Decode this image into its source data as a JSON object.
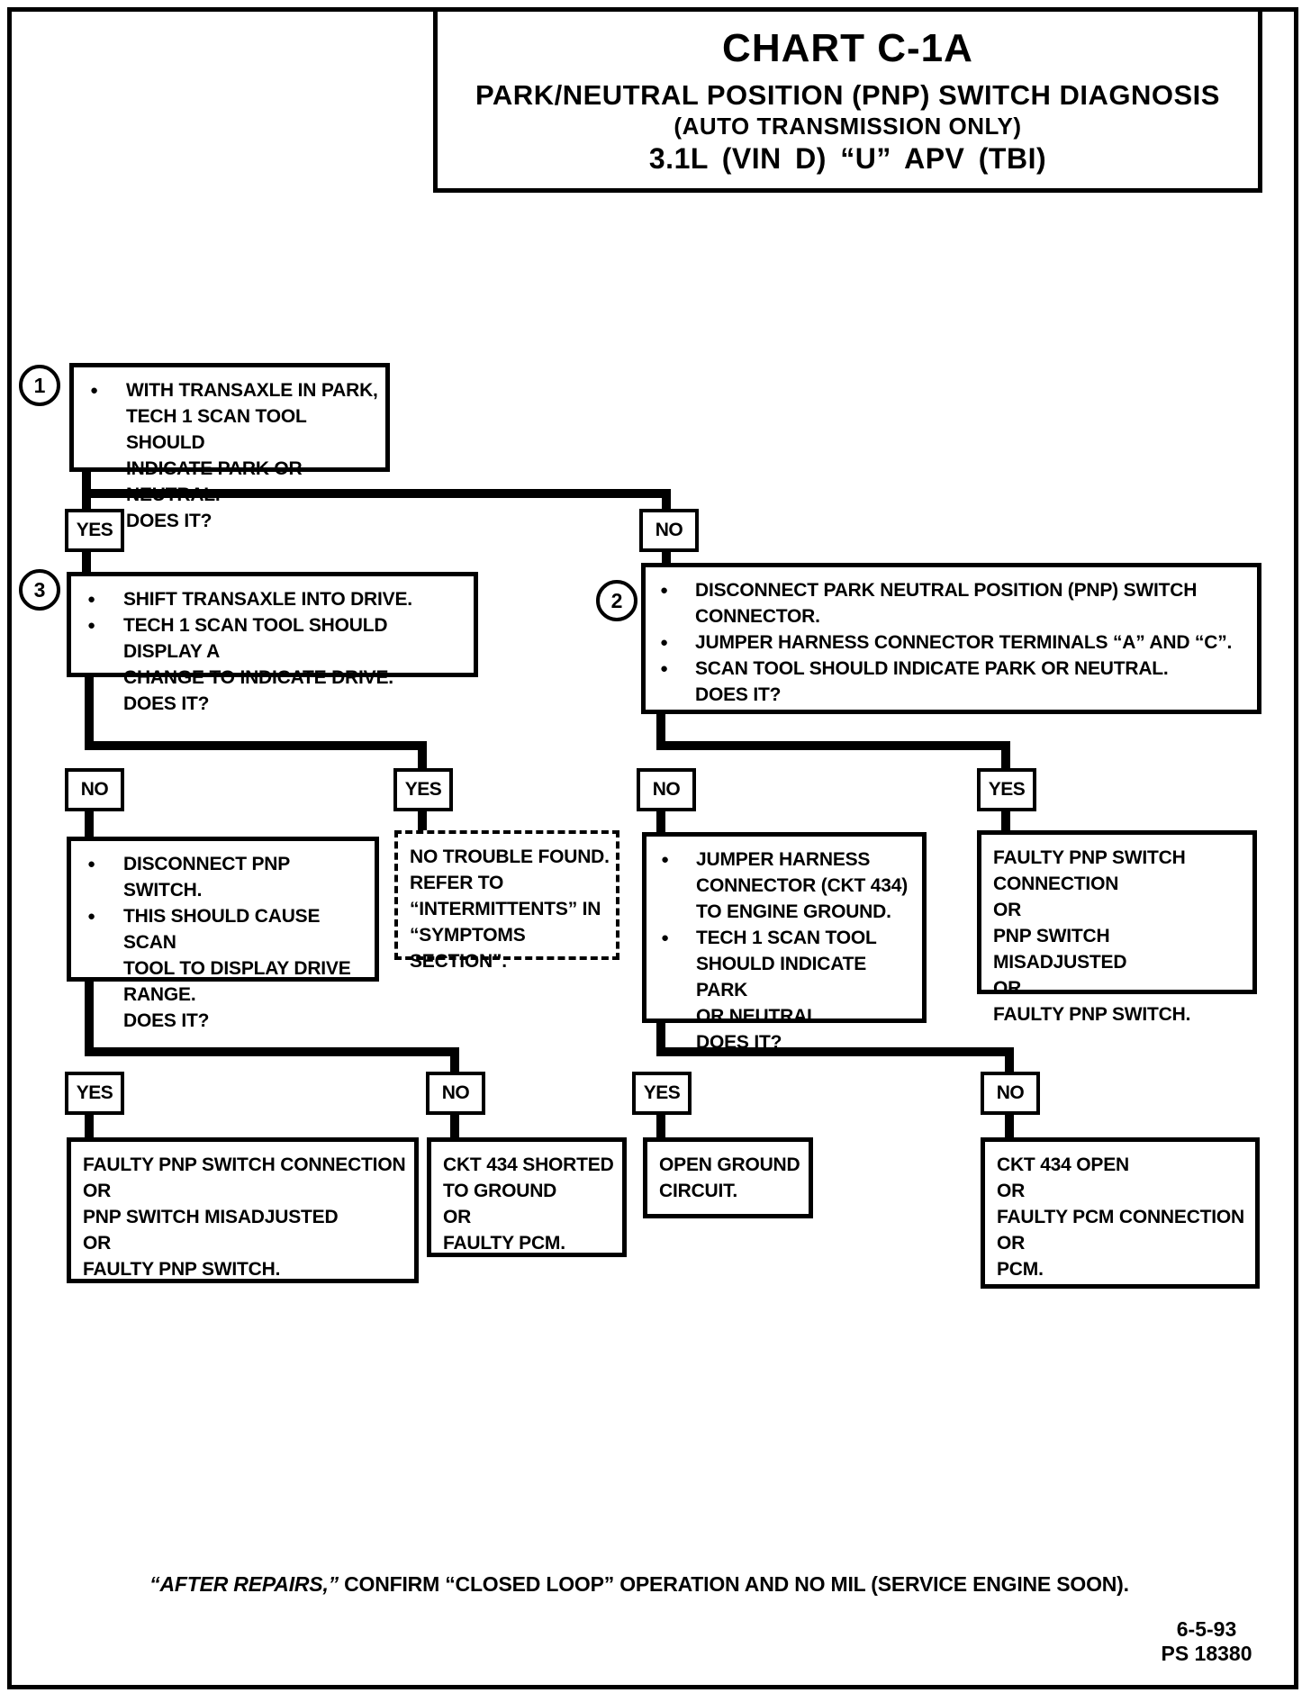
{
  "title": {
    "chart": "CHART C-1A",
    "subtitle": "PARK/NEUTRAL POSITION (PNP) SWITCH DIAGNOSIS",
    "subtitle2": "(AUTO TRANSMISSION ONLY)",
    "engine": "3.1L (VIN D) “U” APV (TBI)"
  },
  "icons": {
    "bullet": "●"
  },
  "labels": {
    "yes": "YES",
    "no": "NO"
  },
  "badges": {
    "step1": "1",
    "step2": "2",
    "step3": "3"
  },
  "boxes": {
    "step1": {
      "lines": [
        "WITH TRANSAXLE IN PARK,",
        "TECH 1 SCAN TOOL SHOULD",
        "INDICATE PARK OR NEUTRAL.",
        "DOES IT?"
      ]
    },
    "step3": {
      "lines": [
        "SHIFT TRANSAXLE INTO DRIVE.",
        "TECH 1 SCAN TOOL SHOULD DISPLAY A",
        "CHANGE TO INDICATE DRIVE.",
        "DOES IT?"
      ]
    },
    "step2": {
      "lines": [
        "DISCONNECT PARK NEUTRAL POSITION (PNP) SWITCH",
        "CONNECTOR.",
        "JUMPER HARNESS CONNECTOR TERMINALS “A” AND “C”.",
        "SCAN TOOL SHOULD INDICATE PARK OR NEUTRAL.",
        "DOES IT?"
      ]
    },
    "disconnect_pnp": {
      "lines": [
        "DISCONNECT PNP SWITCH.",
        "THIS SHOULD CAUSE SCAN",
        "TOOL TO DISPLAY DRIVE",
        "RANGE.",
        "DOES IT?"
      ]
    },
    "no_trouble": {
      "lines": [
        "NO TROUBLE FOUND.",
        "REFER TO",
        "“INTERMITTENTS” IN",
        "“SYMPTOMS",
        "SECTION”."
      ]
    },
    "jumper_ground": {
      "lines": [
        "JUMPER HARNESS",
        "CONNECTOR (CKT 434)",
        "TO ENGINE GROUND.",
        "TECH 1 SCAN TOOL",
        "SHOULD INDICATE PARK",
        "OR NEUTRAL.",
        "DOES IT?"
      ]
    },
    "faulty_pnp_right": {
      "lines": [
        "FAULTY PNP SWITCH",
        "CONNECTION",
        "OR",
        "PNP SWITCH MISADJUSTED",
        "OR",
        "FAULTY PNP SWITCH."
      ]
    },
    "faulty_pnp_left": {
      "lines": [
        "FAULTY PNP SWITCH CONNECTION",
        "OR",
        "PNP SWITCH MISADJUSTED",
        "OR",
        "FAULTY PNP SWITCH."
      ]
    },
    "ckt434_shorted": {
      "lines": [
        "CKT 434 SHORTED",
        "TO GROUND",
        "OR",
        "FAULTY PCM."
      ]
    },
    "open_ground": {
      "lines": [
        "OPEN GROUND",
        "CIRCUIT."
      ]
    },
    "ckt434_open": {
      "lines": [
        "CKT 434 OPEN",
        "OR",
        "FAULTY PCM CONNECTION",
        "OR",
        "PCM."
      ]
    }
  },
  "footer": {
    "note_italic": "“AFTER REPAIRS,”",
    "note_rest": " CONFIRM “CLOSED LOOP” OPERATION AND NO MIL (SERVICE ENGINE SOON).",
    "date": "6-5-93",
    "doc_id": "PS 18380"
  }
}
